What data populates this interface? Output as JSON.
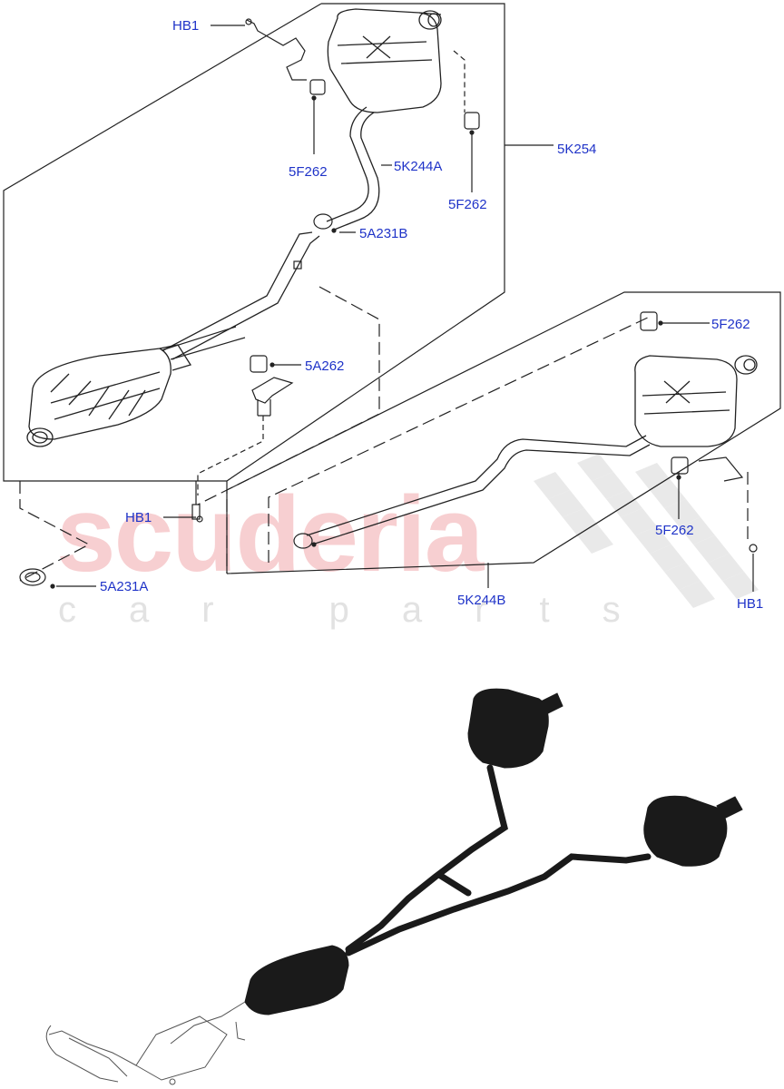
{
  "watermark": {
    "brand": "scuderia",
    "tagline": "car parts"
  },
  "callouts": {
    "hb1_top": "HB1",
    "f262_left": "5F262",
    "k244a": "5K244A",
    "f262_upper_right": "5F262",
    "k254": "5K254",
    "a231b": "5A231B",
    "a262": "5A262",
    "hb1_mid": "HB1",
    "a231a": "5A231A",
    "f262_right_top": "5F262",
    "f262_right_bottom": "5F262",
    "hb1_right": "HB1",
    "k244b": "5K244B"
  },
  "colors": {
    "callout_text": "#1f33c8",
    "line_art": "#222222",
    "watermark_red": "#f6c7c9",
    "silhouette": "#1a1a1a"
  }
}
